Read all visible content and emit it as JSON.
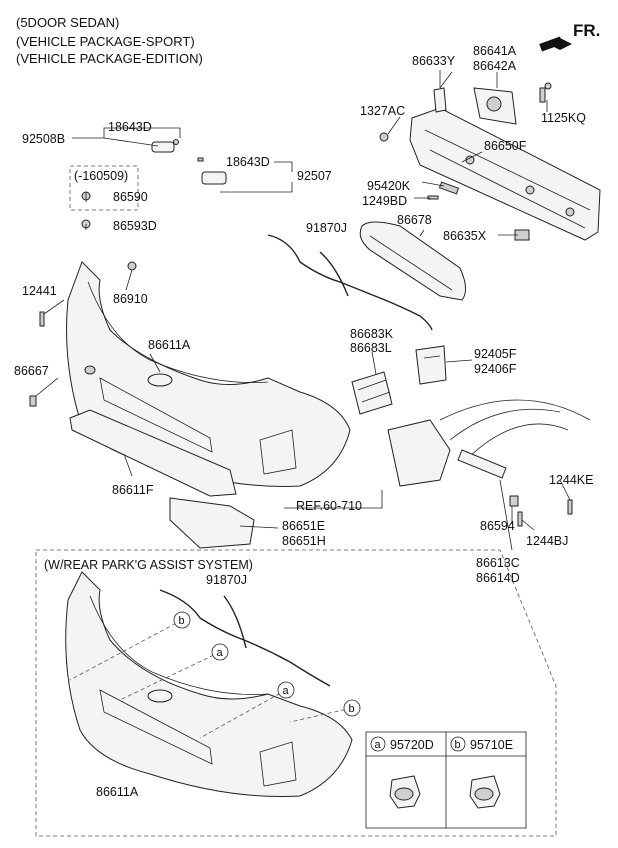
{
  "header": {
    "line1": "(5DOOR SEDAN)",
    "line2": "(VEHICLE PACKAGE-SPORT)",
    "line3": "(VEHICLE PACKAGE-EDITION)"
  },
  "direction": {
    "label": "FR."
  },
  "labels": {
    "p86633Y": "86633Y",
    "p86641A": "86641A",
    "p86642A": "86642A",
    "p1327AC": "1327AC",
    "p1125KQ": "1125KQ",
    "p92508B": "92508B",
    "p18643D_a": "18643D",
    "p18643D_b": "18643D",
    "p92507": "92507",
    "p86650F": "86650F",
    "p160509": "(-160509)",
    "p86590": "86590",
    "p95420K": "95420K",
    "p1249BD": "1249BD",
    "p86593D": "86593D",
    "p91870J_a": "91870J",
    "p86678": "86678",
    "p86635X": "86635X",
    "p12441": "12441",
    "p86910": "86910",
    "p86683K": "86683K",
    "p86683L": "86683L",
    "p86611A_a": "86611A",
    "p92405F": "92405F",
    "p92406F": "92406F",
    "p86667": "86667",
    "p86611F": "86611F",
    "pREF": "REF.60-710",
    "p1244KE": "1244KE",
    "p86651E": "86651E",
    "p86651H": "86651H",
    "p86594": "86594",
    "p1244BJ": "1244BJ",
    "p86613C": "86613C",
    "p86614D": "86614D",
    "p91870J_b": "91870J",
    "p86611A_b": "86611A"
  },
  "inset": {
    "title": "(W/REAR PARK'G ASSIST SYSTEM)",
    "callouts": [
      "a",
      "b"
    ],
    "table": [
      {
        "mark": "a",
        "part": "95720D"
      },
      {
        "mark": "b",
        "part": "95710E"
      }
    ]
  }
}
